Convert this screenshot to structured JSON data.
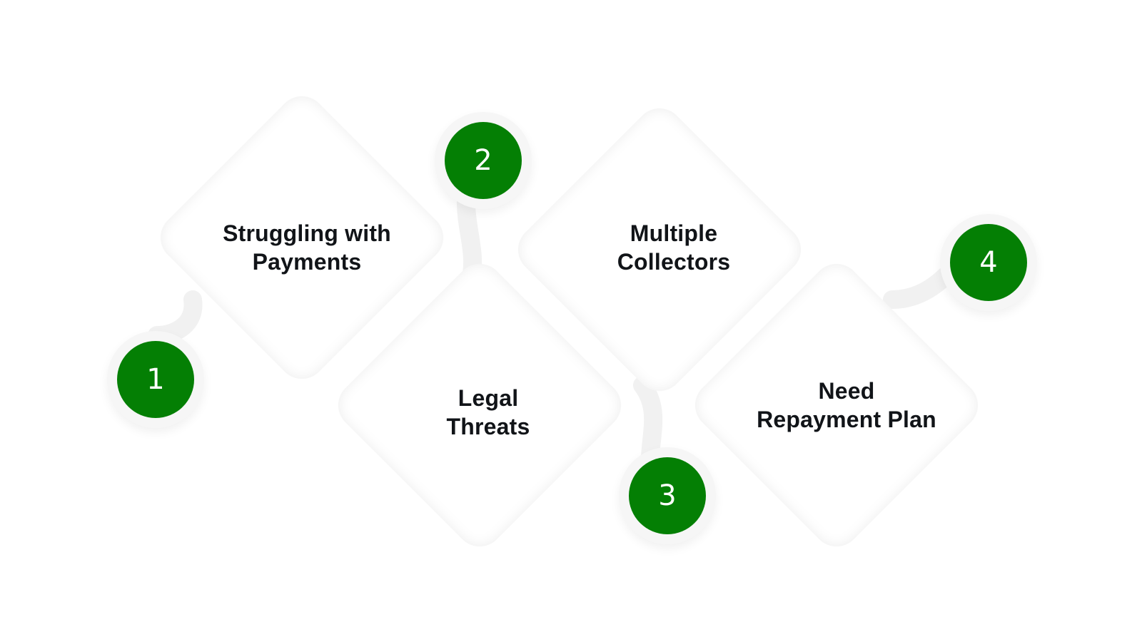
{
  "diagram": {
    "steps": [
      {
        "number": "1",
        "label_line1": "Struggling with",
        "label_line2": "Payments"
      },
      {
        "number": "2",
        "label_line1": "Legal",
        "label_line2": "Threats"
      },
      {
        "number": "3",
        "label_line1": "Multiple",
        "label_line2": "Collectors"
      },
      {
        "number": "4",
        "label_line1": "Need",
        "label_line2": "Repayment Plan"
      }
    ],
    "colors": {
      "accent": "#047f04",
      "text": "#111418",
      "background": "#ffffff",
      "card": "#ffffff"
    }
  }
}
